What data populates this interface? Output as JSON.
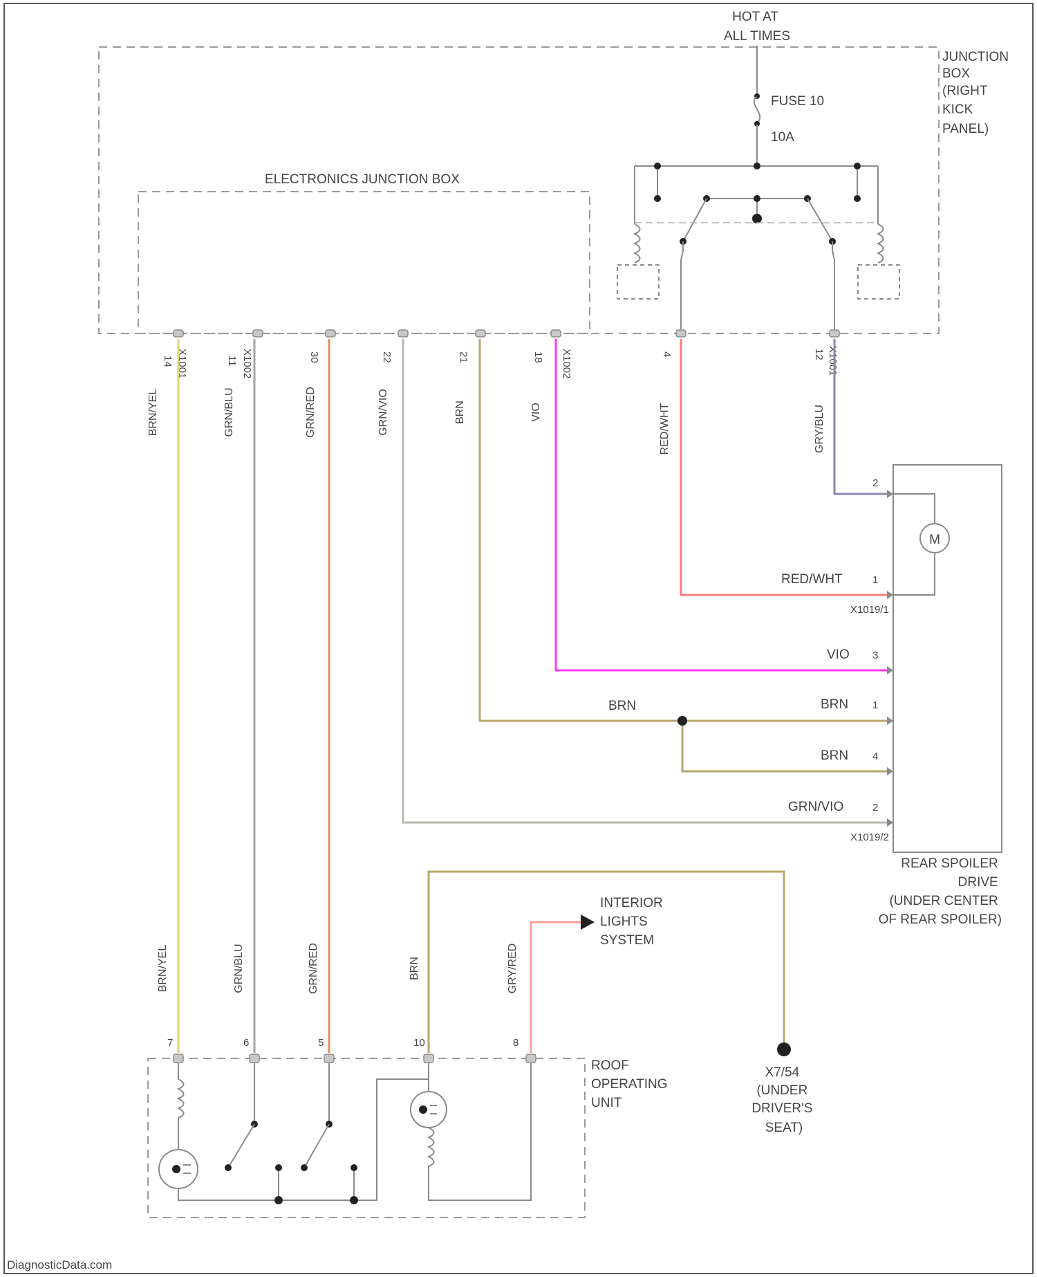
{
  "colors": {
    "brn_yel": "#e8d27a",
    "grn_blu": "#a0a4ac",
    "grn_red": "#e0905a",
    "grn_vio": "#b4b8b0",
    "brn": "#b8a66a",
    "vio": "#ff38f8",
    "red_wht": "#ff7a7a",
    "gry_blu": "#8f84b0",
    "gry_red": "#ff9a9a",
    "frame": "#9a9a9a"
  },
  "power": {
    "hot_line1": "HOT AT",
    "hot_line2": "ALL TIMES",
    "fuse_line1": "FUSE 10",
    "fuse_line2": "10A"
  },
  "junction_box": [
    "JUNCTION",
    "BOX",
    "(RIGHT",
    "KICK",
    "PANEL)"
  ],
  "electronics_box": "ELECTRONICS JUNCTION BOX",
  "ejb_pins": [
    {
      "pin": "14",
      "conn": "X1001",
      "color": "BRN/YEL"
    },
    {
      "pin": "11",
      "conn": "X1002",
      "color": "GRN/BLU"
    },
    {
      "pin": "30",
      "conn": "",
      "color": "GRN/RED"
    },
    {
      "pin": "22",
      "conn": "",
      "color": "GRN/VIO"
    },
    {
      "pin": "21",
      "conn": "",
      "color": "BRN"
    },
    {
      "pin": "18",
      "conn": "X1002",
      "color": "VIO"
    }
  ],
  "jb_pins": [
    {
      "pin": "4",
      "conn": "",
      "color": "RED/WHT"
    },
    {
      "pin": "12",
      "conn": "X1001",
      "color": "GRY/BLU"
    }
  ],
  "spoiler_pins": [
    {
      "num": "2",
      "label": ""
    },
    {
      "num": "1",
      "label": "RED/WHT"
    },
    {
      "num": "3",
      "label": "VIO"
    },
    {
      "num": "1",
      "label": "BRN"
    },
    {
      "num": "4",
      "label": "BRN"
    },
    {
      "num": "2",
      "label": "GRN/VIO"
    }
  ],
  "spoiler_splice_label": "BRN",
  "spoiler_connectors": {
    "upper": "X1019/1",
    "lower": "X1019/2"
  },
  "motor_label": "M",
  "rear_spoiler_drive": [
    "REAR SPOILER",
    "DRIVE",
    "(UNDER CENTER",
    "OF REAR SPOILER)"
  ],
  "interior_lights": [
    "INTERIOR",
    "LIGHTS",
    "SYSTEM"
  ],
  "roof_unit": [
    "ROOF",
    "OPERATING",
    "UNIT"
  ],
  "roof_pins": [
    {
      "pin": "7",
      "color": "BRN/YEL"
    },
    {
      "pin": "6",
      "color": "GRN/BLU"
    },
    {
      "pin": "5",
      "color": "GRN/RED"
    },
    {
      "pin": "10",
      "color": "BRN"
    },
    {
      "pin": "8",
      "color": "GRY/RED"
    }
  ],
  "ground": [
    "X7/54",
    "(UNDER",
    "DRIVER'S",
    "SEAT)"
  ],
  "footer": "DiagnosticData.com"
}
